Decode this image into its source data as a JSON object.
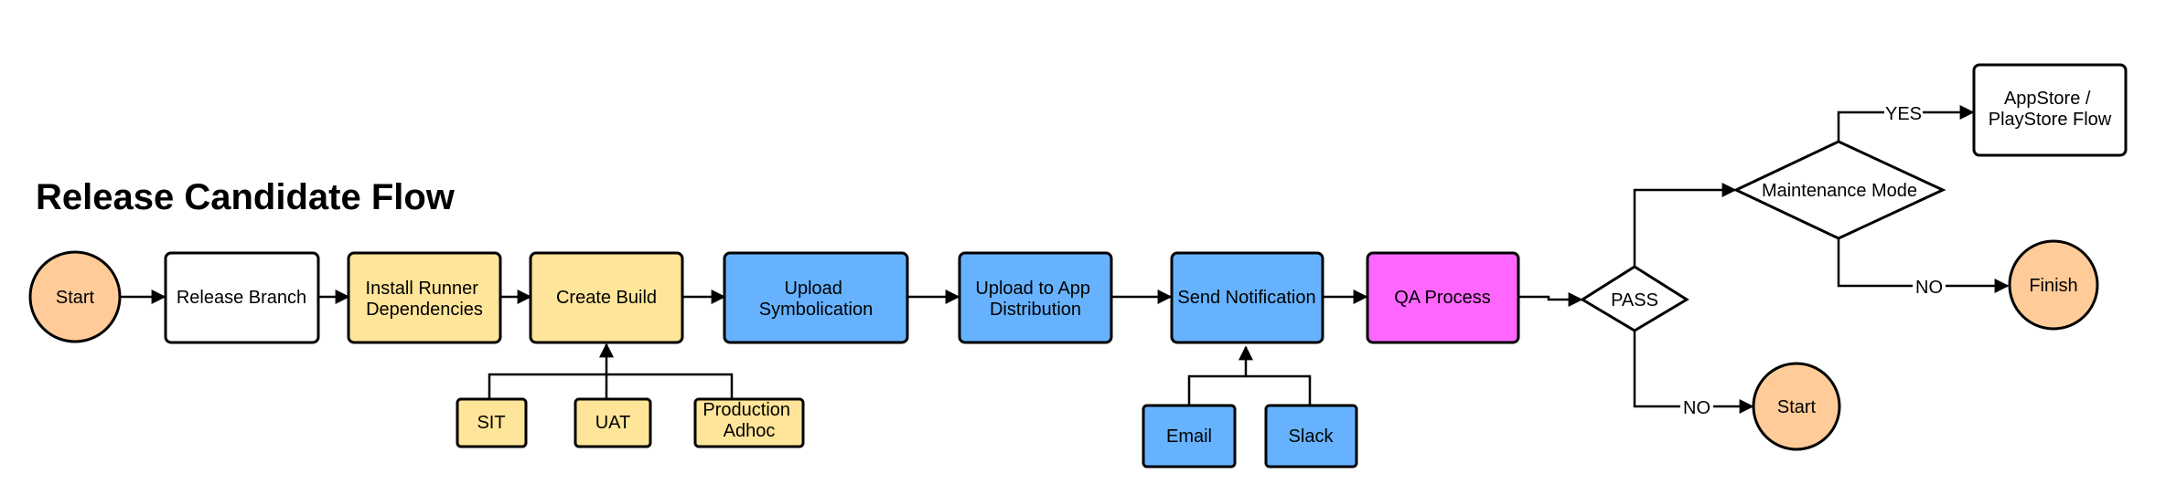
{
  "title": "Release Candidate Flow",
  "colors": {
    "peach": "#ffcc99",
    "yellow": "#ffe599",
    "blue": "#66b2ff",
    "magenta": "#ff66ff",
    "white": "#ffffff",
    "stroke": "#000000"
  },
  "nodes": {
    "start_main": "Start",
    "release_branch": "Release Branch",
    "install_runner": [
      "Install Runner",
      "Dependencies"
    ],
    "create_build": "Create Build",
    "sit": "SIT",
    "uat": "UAT",
    "production_adhoc": [
      "Production",
      "Adhoc"
    ],
    "upload_symbolication": [
      "Upload",
      "Symbolication"
    ],
    "upload_app_distribution": [
      "Upload to App",
      "Distribution"
    ],
    "send_notification": "Send Notification",
    "email": "Email",
    "slack": "Slack",
    "qa_process": "QA Process",
    "pass": "PASS",
    "maintenance_mode": "Maintenance Mode",
    "appstore_flow": [
      "AppStore /",
      "PlayStore Flow"
    ],
    "finish": "Finish",
    "start_retry": "Start"
  },
  "edge_labels": {
    "yes": "YES",
    "no_maintenance": "NO",
    "no_pass": "NO"
  }
}
